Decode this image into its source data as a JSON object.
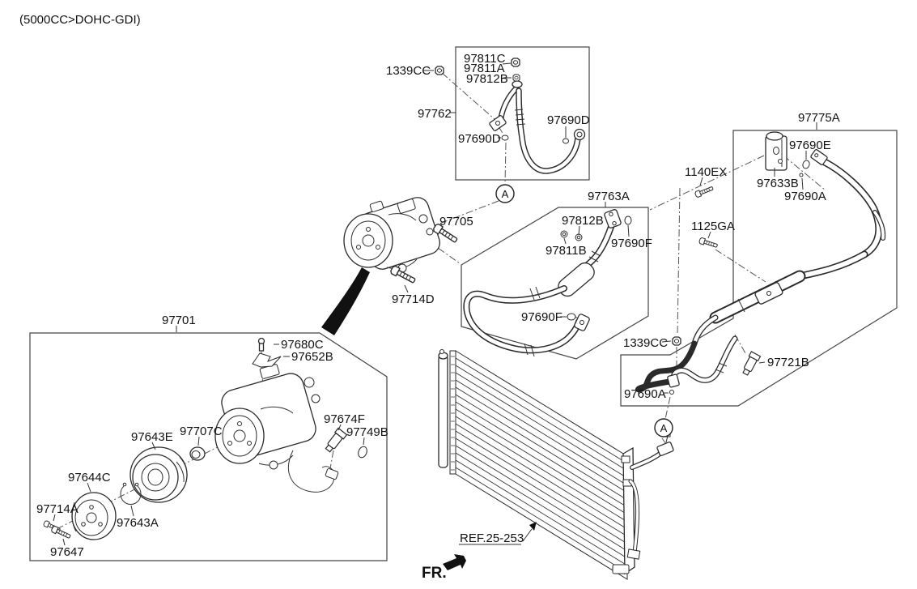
{
  "diagram": {
    "type": "exploded-parts-diagram",
    "subject": "Air conditioner cooler line / compressor",
    "engine_spec": "(5000CC>DOHC-GDI)",
    "front_label": "FR.",
    "condenser_ref": "REF.25-253",
    "connection_marker": "A",
    "line_color": "#2a2a2a",
    "background": "#ffffff"
  },
  "labels": {
    "engine_spec": "(5000CC>DOHC-GDI)",
    "p97811C": "97811C",
    "p97811A": "97811A",
    "p97812B_a": "97812B",
    "p1339CC_a": "1339CC",
    "p97762": "97762",
    "p97690D_a": "97690D",
    "p97690D_b": "97690D",
    "p97775A": "97775A",
    "p97690E": "97690E",
    "p1140EX": "1140EX",
    "p97633B": "97633B",
    "p97690A_a": "97690A",
    "p97763A": "97763A",
    "p97812B_b": "97812B",
    "p97811B": "97811B",
    "p97690F_a": "97690F",
    "p1125GA": "1125GA",
    "p97705": "97705",
    "p97714D": "97714D",
    "p97690F_b": "97690F",
    "p97701": "97701",
    "p97680C": "97680C",
    "p97652B": "97652B",
    "p1339CC_b": "1339CC",
    "p97721B": "97721B",
    "p97690A_b": "97690A",
    "p97674F": "97674F",
    "p97749B": "97749B",
    "p97707C": "97707C",
    "p97643E": "97643E",
    "p97644C": "97644C",
    "p97714A": "97714A",
    "p97643A": "97643A",
    "p97647": "97647",
    "ref_condenser": "REF.25-253",
    "fr": "FR.",
    "marker_a_top": "A",
    "marker_a_bottom": "A"
  }
}
